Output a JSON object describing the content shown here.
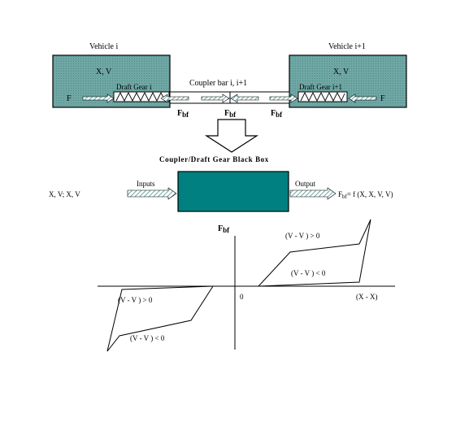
{
  "vehicle_left": {
    "title": "Vehicle  i",
    "state": "X, V",
    "draft_gear": "Draft Gear i",
    "force": "F"
  },
  "vehicle_right": {
    "title": "Vehicle  i+1",
    "state": "X, V",
    "draft_gear": "Draft Gear i+1",
    "force": "F"
  },
  "coupler": {
    "label": "Coupler bar i, i+1",
    "force_labels": [
      "F",
      "F",
      "F"
    ],
    "force_subscript": "bf"
  },
  "black_box": {
    "title": "Coupler/Draft Gear Black Box",
    "fill_color": "#008080",
    "inputs_label": "Inputs",
    "output_label": "Output",
    "inputs_expression": "X, V; X, V",
    "output_lhs": "F",
    "output_lhs_sub": "bf",
    "output_rhs": "= f (X, X, V, V)"
  },
  "graph": {
    "y_axis_label": "F",
    "y_axis_sub": "bf",
    "origin_label": "0",
    "x_axis_label": "(X - X)",
    "upper_loading_label": "(V - V ) > 0",
    "upper_unloading_label": "(V - V ) < 0",
    "lower_loading_label": "(V - V ) > 0",
    "lower_unloading_label": "(V - V ) < 0"
  },
  "colors": {
    "vehicle_fill": "#6fa7a4",
    "box_fill": "#008080",
    "line": "#000000"
  }
}
